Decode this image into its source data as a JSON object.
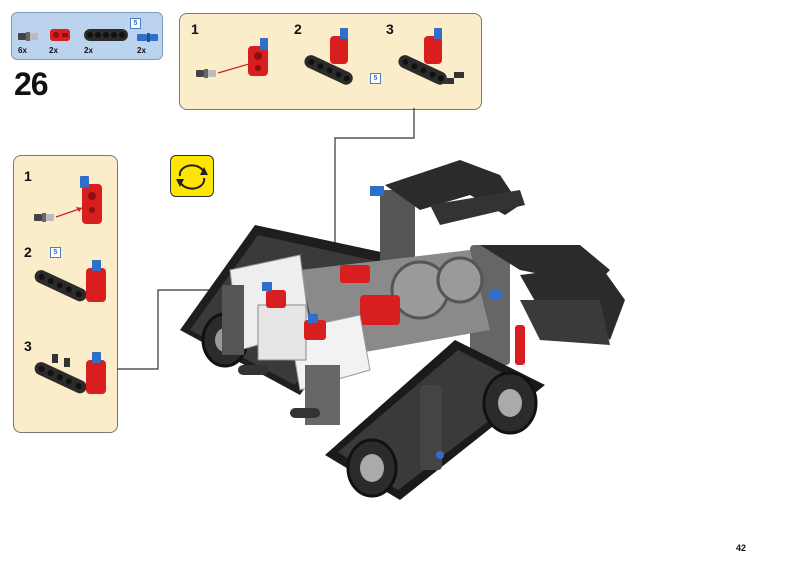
{
  "parts_list": {
    "items": [
      {
        "name": "axle-pin",
        "qty": "6x"
      },
      {
        "name": "red-connector",
        "qty": "2x"
      },
      {
        "name": "liftarm-5",
        "qty": "2x",
        "length": "5"
      },
      {
        "name": "blue-axle-pin",
        "qty": "2x"
      }
    ]
  },
  "step": {
    "number": "26"
  },
  "subassembly_top": {
    "steps": [
      {
        "number": "1"
      },
      {
        "number": "2",
        "length": "5"
      },
      {
        "number": "3"
      }
    ]
  },
  "subassembly_left": {
    "steps": [
      {
        "number": "1"
      },
      {
        "number": "2",
        "length": "5"
      },
      {
        "number": "3"
      }
    ]
  },
  "rotate_icon": {
    "icon": "rotate-arrows-icon"
  },
  "page": {
    "number": "42"
  },
  "colors": {
    "parts_bg": "#bcd3ee",
    "subassembly_bg": "#fbedc9",
    "rotate_bg": "#ffe600",
    "red_part": "#d81e1e",
    "blue_part": "#2f6fc9",
    "black_part": "#2b2b2b",
    "gray_part": "#8a8a8a",
    "white_part": "#f2f2f2"
  }
}
